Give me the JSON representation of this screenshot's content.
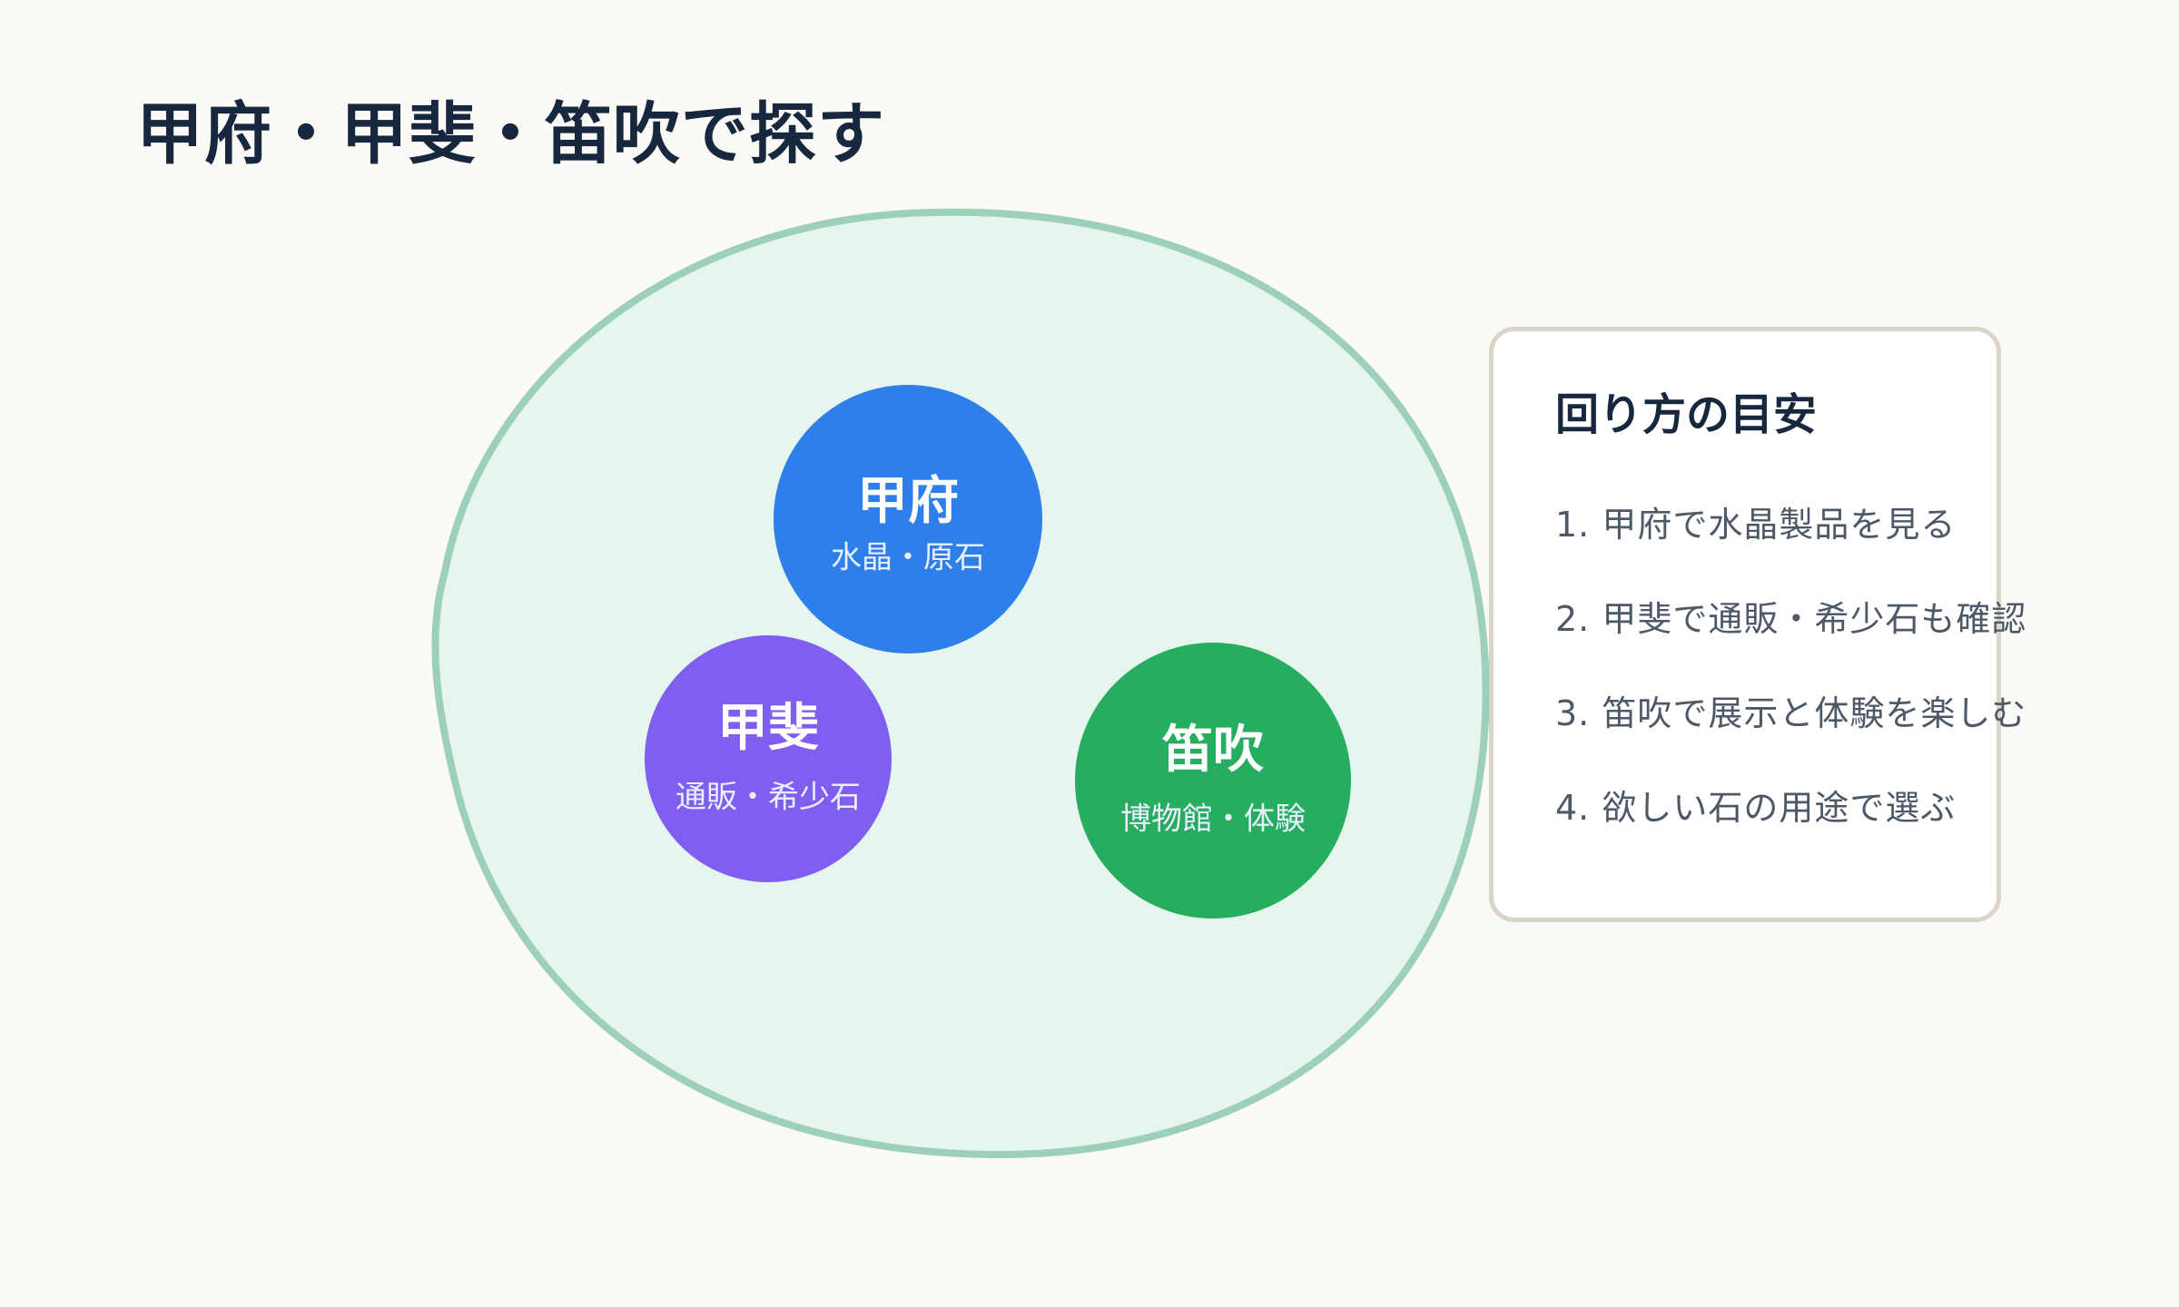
{
  "title": "甲府・甲斐・笛吹で探す",
  "areas": [
    {
      "name": "甲府",
      "sub": "水晶・原石",
      "color": "#2f7fea"
    },
    {
      "name": "甲斐",
      "sub": "通販・希少石",
      "color": "#7f5ef0"
    },
    {
      "name": "笛吹",
      "sub": "博物館・体験",
      "color": "#27ad5f"
    }
  ],
  "region_colors": {
    "fill": "#e6f5ee",
    "stroke": "#9dd0b9"
  },
  "route": {
    "title": "回り方の目安",
    "steps": [
      "1. 甲府で水晶製品を見る",
      "2. 甲斐で通販・希少石も確認",
      "3. 笛吹で展示と体験を楽しむ",
      "4. 欲しい石の用途で選ぶ"
    ]
  }
}
